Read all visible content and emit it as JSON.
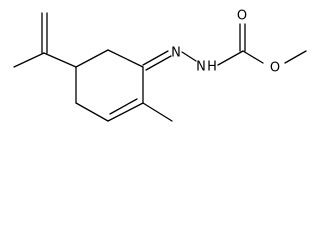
{
  "molecule": {
    "atoms": {
      "n_imine": "N",
      "n_amine": "N",
      "h_amine": "H",
      "o_ether": "O",
      "o_carbonyl": "O"
    }
  },
  "colors": {
    "bond": "#000000",
    "background": "#ffffff"
  }
}
